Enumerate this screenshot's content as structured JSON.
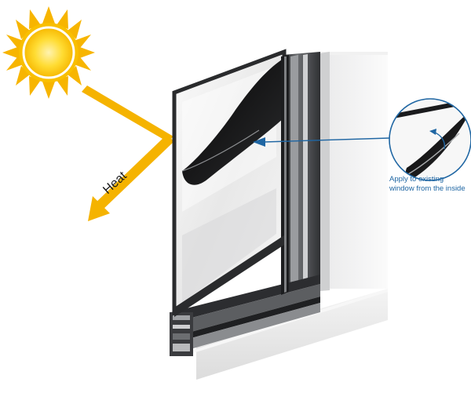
{
  "labels": {
    "heat": "Heat",
    "callout_line1": "Apply to existing",
    "callout_line2": "window from the inside"
  },
  "colors": {
    "sun_rays": "#f7b500",
    "sun_core": "#ffd21a",
    "arrow": "#f5b300",
    "accent_blue": "#1f66a3",
    "frame_dark": "#3b3d40",
    "wall": "#ffffff"
  },
  "icons": {
    "sun": "sun-icon",
    "heat_arrow": "arrow-icon",
    "pointer_arrow": "arrow-left-icon"
  }
}
